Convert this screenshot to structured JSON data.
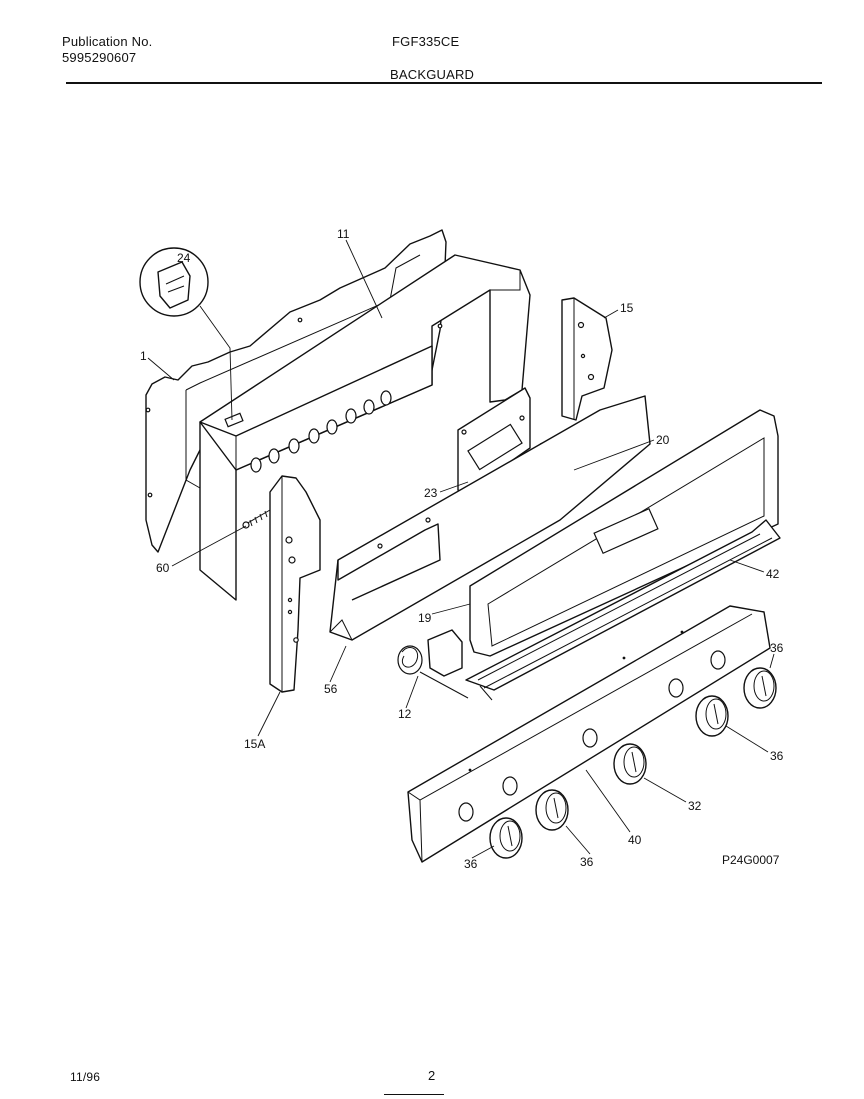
{
  "header": {
    "publication_label": "Publication No.",
    "publication_number": "5995290607",
    "model": "FGF335CE",
    "section": "BACKGUARD"
  },
  "diagram": {
    "callouts": {
      "c1": "1",
      "c11": "11",
      "c24": "24",
      "c15": "15",
      "c20": "20",
      "c23": "23",
      "c60": "60",
      "c42": "42",
      "c19": "19",
      "c56": "56",
      "c12": "12",
      "c15A": "15A",
      "c36a": "36",
      "c36b": "36",
      "c32": "32",
      "c40": "40",
      "c36c": "36",
      "c36d": "36"
    },
    "drawing_code": "P24G0007"
  },
  "footer": {
    "date": "11/96",
    "page": "2"
  }
}
